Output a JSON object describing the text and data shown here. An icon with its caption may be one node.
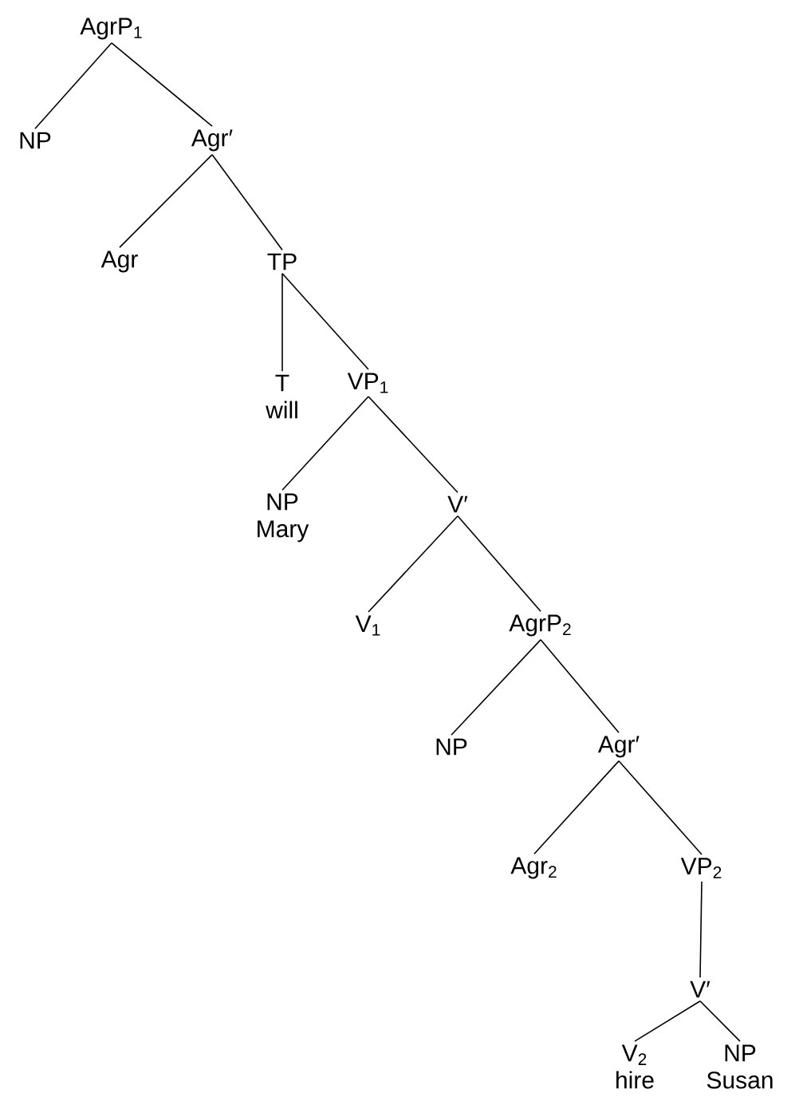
{
  "diagram": {
    "nodes": [
      {
        "text": [
          "AgrP$_{1}$"
        ]
      },
      {
        "text": [
          "NP"
        ]
      },
      {
        "text": [
          "Agr′"
        ]
      },
      {
        "text": [
          "Agr"
        ]
      },
      {
        "text": [
          "TP"
        ]
      },
      {
        "text": [
          "T",
          "will"
        ]
      },
      {
        "text": [
          "VP$_{1}$"
        ]
      },
      {
        "text": [
          "NP",
          "Mary"
        ]
      },
      {
        "text": [
          "V′"
        ]
      },
      {
        "text": [
          "V$_{1}$"
        ]
      },
      {
        "text": [
          "AgrP$_{2}$"
        ]
      },
      {
        "text": [
          "NP"
        ]
      },
      {
        "text": [
          "Agr′"
        ]
      },
      {
        "text": [
          "Agr$_{2}$"
        ]
      },
      {
        "text": [
          "VP$_{2}$"
        ]
      },
      {
        "text": [
          "V′"
        ]
      },
      {
        "text": [
          "V$_{2}$",
          "hire"
        ]
      },
      {
        "text": [
          "NP",
          "Susan"
        ]
      }
    ],
    "edges": [
      {
        "from": 0,
        "to": 1,
        "arrow": "none"
      },
      {
        "from": 0,
        "to": 2,
        "arrow": "none"
      },
      {
        "from": 2,
        "to": 3,
        "arrow": "none"
      },
      {
        "from": 2,
        "to": 4,
        "arrow": "none"
      },
      {
        "from": 4,
        "to": 5,
        "arrow": "none"
      },
      {
        "from": 4,
        "to": 6,
        "arrow": "none"
      },
      {
        "from": 6,
        "to": 7,
        "arrow": "none"
      },
      {
        "from": 6,
        "to": 8,
        "arrow": "none"
      },
      {
        "from": 8,
        "to": 9,
        "arrow": "none"
      },
      {
        "from": 8,
        "to": 10,
        "arrow": "none"
      },
      {
        "from": 10,
        "to": 11,
        "arrow": "none"
      },
      {
        "from": 10,
        "to": 12,
        "arrow": "none"
      },
      {
        "from": 12,
        "to": 13,
        "arrow": "none"
      },
      {
        "from": 12,
        "to": 14,
        "arrow": "none"
      },
      {
        "from": 14,
        "to": 15,
        "arrow": "none"
      },
      {
        "from": 15,
        "to": 16,
        "arrow": "none"
      },
      {
        "from": 15,
        "to": 17,
        "arrow": "none"
      }
    ]
  }
}
